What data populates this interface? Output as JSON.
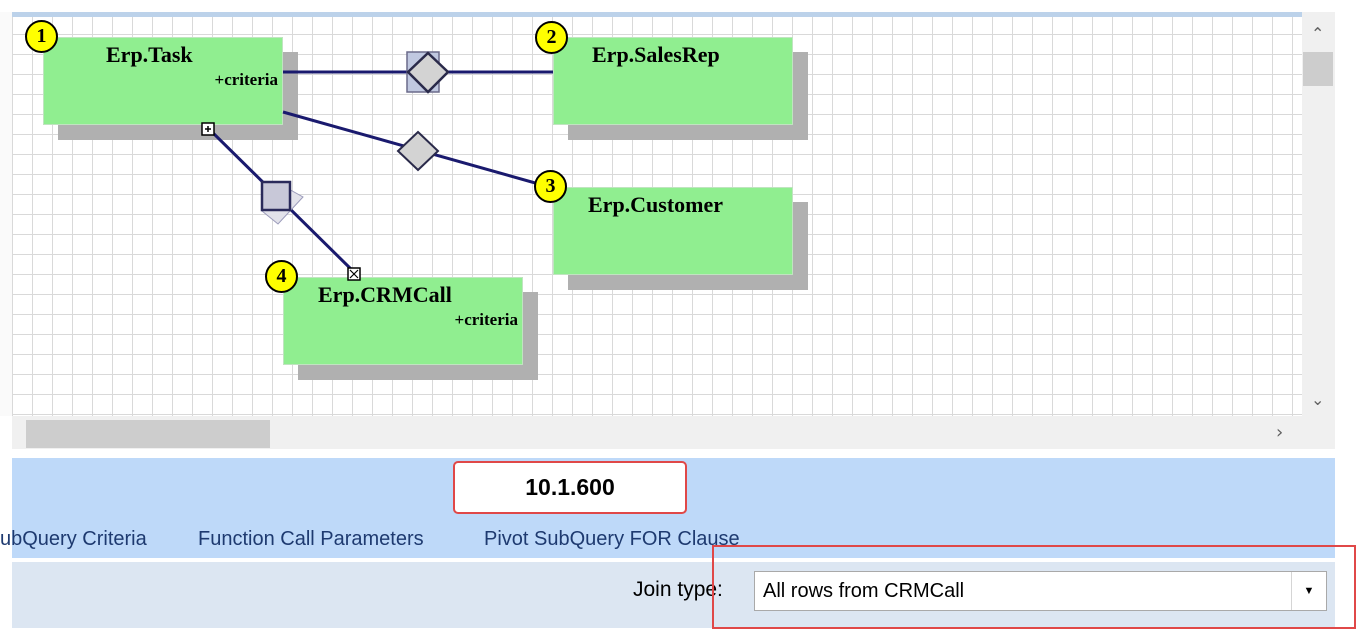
{
  "diagram": {
    "tables": [
      {
        "number": "1",
        "name": "Erp.Task",
        "criteria": "+criteria"
      },
      {
        "number": "2",
        "name": "Erp.SalesRep",
        "criteria": ""
      },
      {
        "number": "3",
        "name": "Erp.Customer",
        "criteria": ""
      },
      {
        "number": "4",
        "name": "Erp.CRMCall",
        "criteria": "+criteria"
      }
    ],
    "links": [
      {
        "from": "Erp.Task",
        "to": "Erp.SalesRep"
      },
      {
        "from": "Erp.Task",
        "to": "Erp.Customer"
      },
      {
        "from": "Erp.Task",
        "to": "Erp.CRMCall"
      }
    ]
  },
  "version_callout": "10.1.600",
  "tabs": [
    {
      "label": "ubQuery Criteria"
    },
    {
      "label": "Function Call Parameters"
    },
    {
      "label": "Pivot SubQuery FOR Clause"
    }
  ],
  "join": {
    "label": "Join type:",
    "selected": "All rows from CRMCall"
  },
  "colors": {
    "table_fill": "#90ee90",
    "badge_fill": "#ffff00",
    "link_line": "#1a1a6e",
    "callout_border": "#e04848",
    "band": "#bed9f9"
  }
}
